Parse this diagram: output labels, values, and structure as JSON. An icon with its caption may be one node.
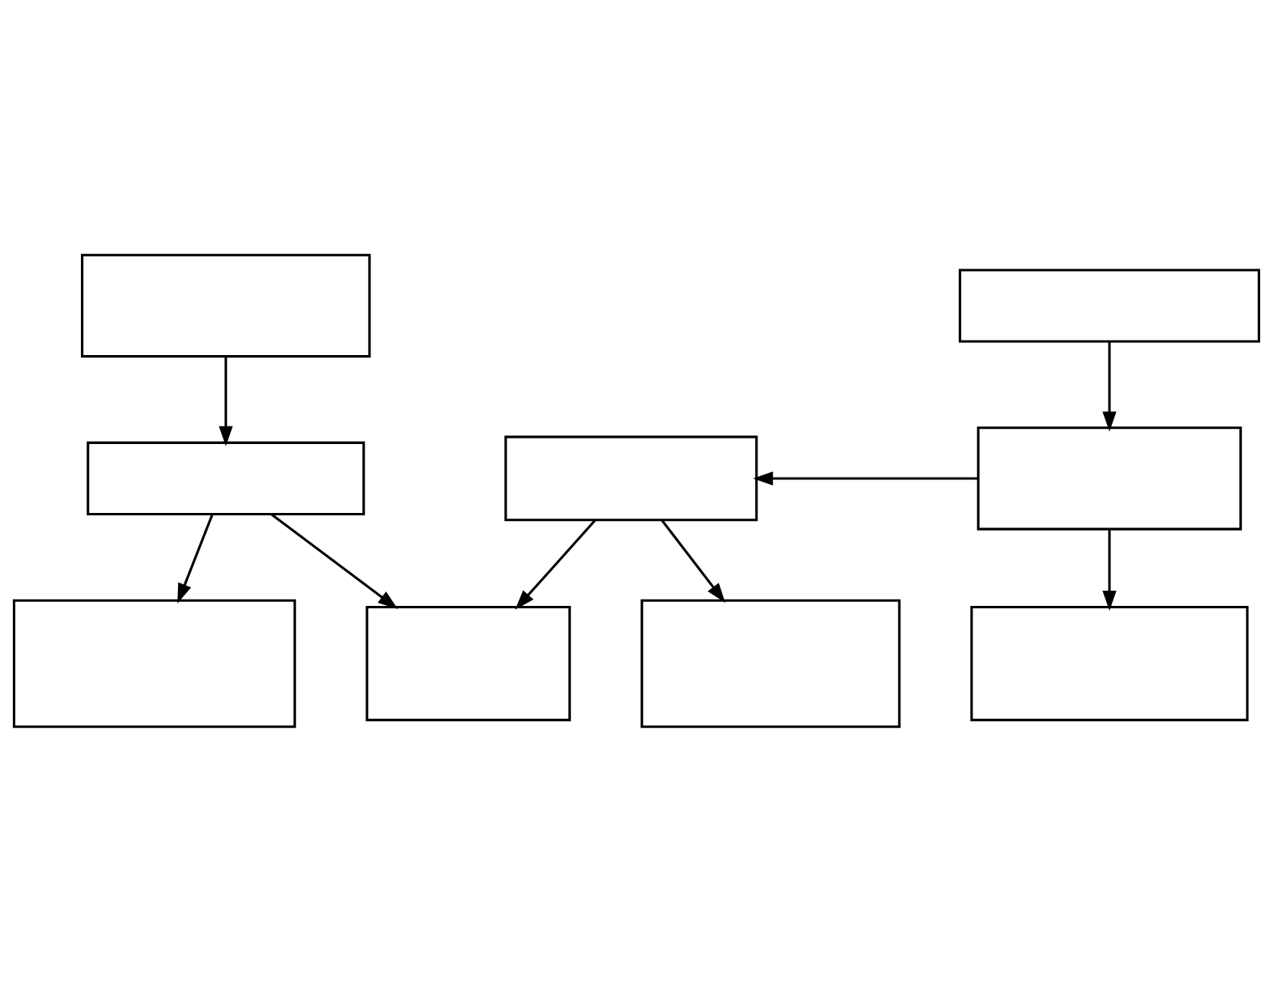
{
  "diagram": {
    "nodes": [
      {
        "text": [],
        "shape": "box"
      },
      {
        "text": [],
        "shape": "box"
      },
      {
        "text": [],
        "shape": "box"
      },
      {
        "text": [],
        "shape": "box"
      },
      {
        "text": [],
        "shape": "box"
      },
      {
        "text": [],
        "shape": "box"
      },
      {
        "text": [],
        "shape": "box"
      },
      {
        "text": [],
        "shape": "box"
      },
      {
        "text": [],
        "shape": "box"
      }
    ],
    "edges": [
      {
        "from": 0,
        "to": 2,
        "arrow": "to"
      },
      {
        "from": 1,
        "to": 4,
        "arrow": "to"
      },
      {
        "from": 2,
        "to": 5,
        "arrow": "to"
      },
      {
        "from": 2,
        "to": 6,
        "arrow": "to"
      },
      {
        "from": 4,
        "to": 3,
        "arrow": "to"
      },
      {
        "from": 3,
        "to": 6,
        "arrow": "to"
      },
      {
        "from": 3,
        "to": 7,
        "arrow": "to"
      },
      {
        "from": 4,
        "to": 8,
        "arrow": "to"
      }
    ]
  }
}
